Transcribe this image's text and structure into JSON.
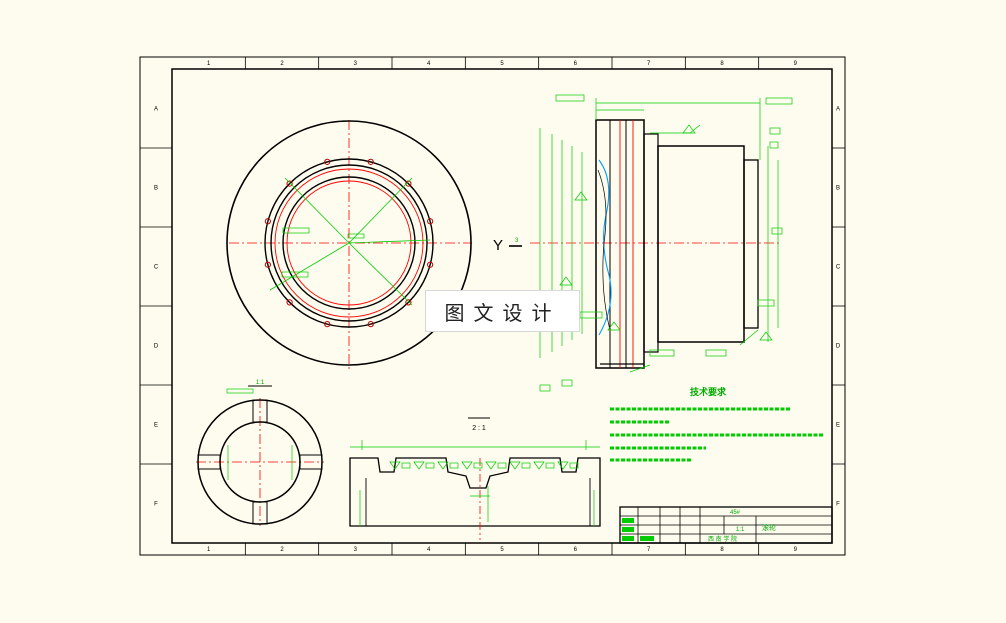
{
  "drawing": {
    "zone_columns": [
      "1",
      "2",
      "3",
      "4",
      "5",
      "6",
      "7",
      "8",
      "9"
    ],
    "zone_rows": [
      "A",
      "B",
      "C",
      "D",
      "E",
      "F"
    ],
    "tech_title": "技术要求",
    "watermark": "图文设计",
    "section_marker": "Y",
    "section_number": "3",
    "detail_scale": "2 : 1",
    "view_scale": "1:1",
    "title_block": {
      "material": "45#",
      "scale": "1:1",
      "part_name": "滚轮",
      "school": "西 南 学 院"
    }
  },
  "colors": {
    "background": "#fefcee",
    "frame": "#000000",
    "outline": "#000000",
    "center_line": "#ff0000",
    "dimension": "#00cc00",
    "dimension_text": "#00aa00"
  }
}
